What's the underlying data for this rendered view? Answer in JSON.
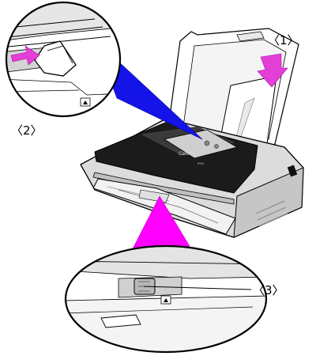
{
  "labels": {
    "callout_1": "〈1〉",
    "callout_2": "〈2〉",
    "callout_3": "〈3〉"
  },
  "printer": {
    "brand": "Canon",
    "model": "iP90"
  },
  "colors": {
    "arrow_magenta": "#e33fd6",
    "beam_blue": "#1414e8",
    "beam_magenta": "#ff00ff",
    "body_dark": "#1b1b1b",
    "outline": "#000000"
  },
  "icons": {
    "loading_direction": "arrow-down-icon",
    "guide_push": "arrow-right-icon",
    "paper_symbol": "paper-symbol-icon"
  }
}
